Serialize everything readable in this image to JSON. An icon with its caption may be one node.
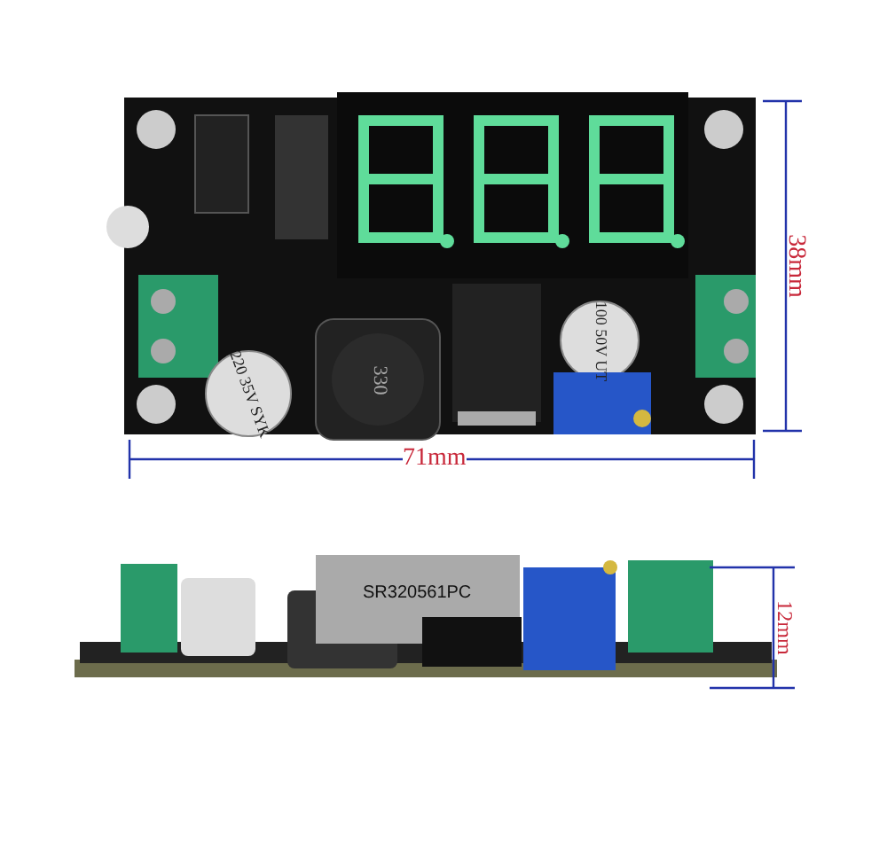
{
  "diagram": {
    "labels": [
      "38mm",
      "100 50V UT",
      "330",
      "220 35V SYK",
      "71mm",
      "SR320561PC",
      "12mm"
    ]
  }
}
